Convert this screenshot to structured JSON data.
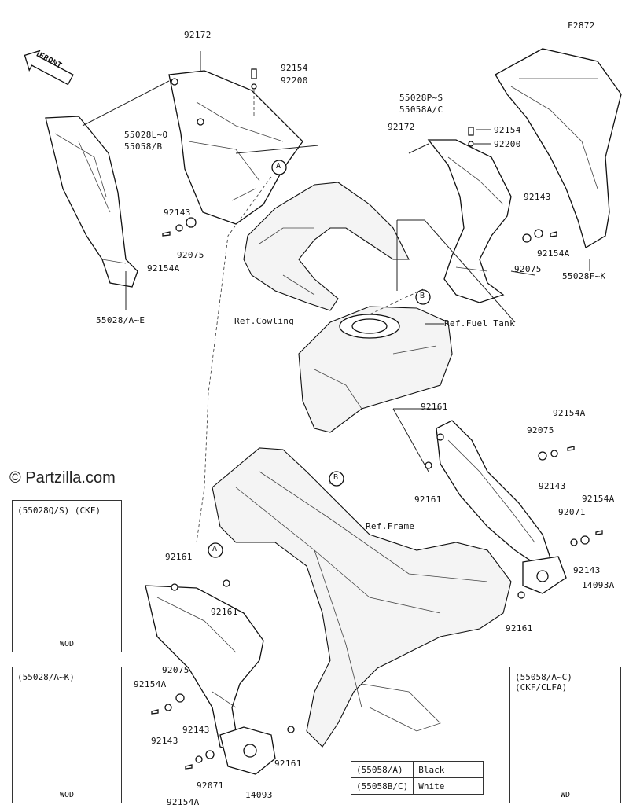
{
  "page_code": "F2872",
  "front_label": "FRONT",
  "watermark": "© Partzilla.com",
  "labels": {
    "l_92172_top": "92172",
    "l_92154_top": "92154",
    "l_92200_top": "92200",
    "l_55028L_O": "55028L~O",
    "l_55058B": "55058/B",
    "l_92143_left": "92143",
    "l_92075_left": "92075",
    "l_92154A_left": "92154A",
    "l_55028A_E": "55028/A~E",
    "l_ref_cowling": "Ref.Cowling",
    "l_55028P_S": "55028P~S",
    "l_55058A_C": "55058A/C",
    "l_92172_mid": "92172",
    "l_92154_mid": "92154",
    "l_92200_mid": "92200",
    "l_92143_right": "92143",
    "l_92154A_right": "92154A",
    "l_92075_right": "92075",
    "l_55028F_K": "55028F~K",
    "l_ref_fuel_tank": "Ref.Fuel Tank",
    "l_92161_a": "92161",
    "l_92154A_b": "92154A",
    "l_92075_b": "92075",
    "l_92161_b": "92161",
    "l_92143_b": "92143",
    "l_92154A_c": "92154A",
    "l_ref_frame": "Ref.Frame",
    "l_92071_r": "92071",
    "l_92143_c": "92143",
    "l_14093A": "14093A",
    "l_92161_c": "92161",
    "l_92161_d": "92161",
    "l_92161_e": "92161",
    "l_92075_c": "92075",
    "l_92154A_d": "92154A",
    "l_92143_d": "92143",
    "l_92143_e": "92143",
    "l_92071_l": "92071",
    "l_92154A_e": "92154A",
    "l_14093": "14093",
    "l_92161_f": "92161",
    "circle_A": "A",
    "circle_B": "B"
  },
  "insets": {
    "box1_caption": "(55028Q/S) (CKF)",
    "box1_foot": "WOD",
    "box2_caption": "(55028/A~K)",
    "box2_foot": "WOD",
    "box3_caption": "(55058/A~C)\n(CKF/CLFA)",
    "box3_foot": "WD"
  },
  "legend": {
    "rows": [
      {
        "code": "(55058/A)",
        "color": "Black"
      },
      {
        "code": "(55058B/C)",
        "color": "White"
      }
    ]
  }
}
